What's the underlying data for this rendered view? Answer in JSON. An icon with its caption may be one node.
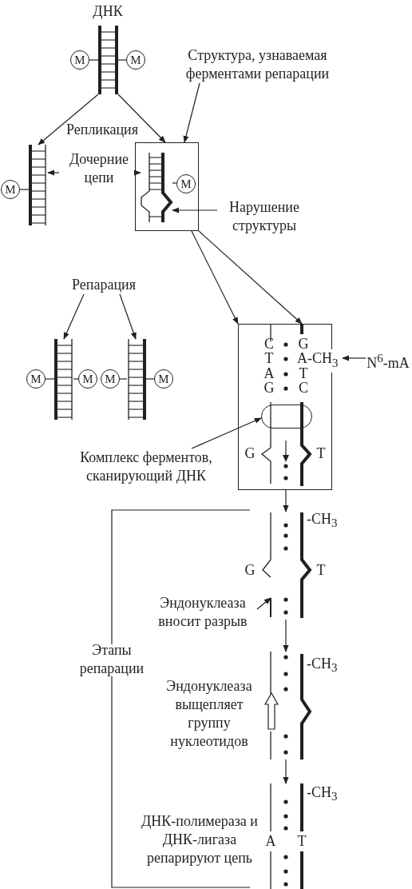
{
  "diagram": {
    "nodes": [
      {
        "text": [],
        "shape": "ladder"
      },
      {
        "text": [
          "M"
        ]
      },
      {
        "text": [
          "M"
        ]
      },
      {
        "text": [
          "Структура, узнаваемая ферментами репарации"
        ]
      },
      {
        "text": [],
        "shape": "ladder"
      },
      {
        "text": [
          "Дочерние цепи"
        ]
      },
      {
        "text": [],
        "shape": "box"
      },
      {
        "text": [],
        "shape": "ladder",
        "in": 6
      },
      {
        "text": [
          "M"
        ],
        "in": 6
      },
      {
        "text": [
          "M"
        ]
      },
      {
        "text": [
          "Нарушение структуры"
        ]
      },
      {
        "text": [
          "Репарация"
        ]
      },
      {
        "text": [],
        "shape": "ladder"
      },
      {
        "text": [],
        "shape": "ladder"
      },
      {
        "text": [
          "M"
        ]
      },
      {
        "text": [
          "M"
        ]
      },
      {
        "text": [
          "M"
        ]
      },
      {
        "text": [
          "M"
        ]
      },
      {
        "text": [],
        "shape": "box"
      },
      {
        "text": [
          "A-CH$_{3}$"
        ]
      },
      {
        "text": [
          "N$^{6}$-mA"
        ]
      },
      {
        "text": [],
        "shape": "oval",
        "in": 18
      },
      {
        "text": [
          "Комплекс ферментов, сканирующий ДНК"
        ]
      },
      {
        "text": [],
        "shape": "strand",
        "beside": [
          "G",
          "T"
        ]
      },
      {
        "text": [],
        "shape": "line",
        "in": 23
      },
      {
        "text": [
          "Эндонуклеаза вносит разрыв"
        ]
      },
      {
        "text": [],
        "shape": "strand"
      },
      {
        "text": [],
        "shape": "strand"
      }
    ],
    "edges": [
      {
        "from": 0,
        "to": 4,
        "arrow": "to"
      },
      {
        "from": 0,
        "to": 6,
        "arrow": "to"
      },
      {
        "from": 3,
        "to": 6,
        "arrow": "to"
      },
      {
        "from": 5,
        "to": 4,
        "arrow": "to"
      },
      {
        "from": 5,
        "to": 7,
        "arrow": "to"
      },
      {
        "from": 10,
        "to": 7,
        "arrow": "to"
      },
      {
        "from": 1,
        "to": 0,
        "arrow": "none"
      },
      {
        "from": 2,
        "to": 0,
        "arrow": "none"
      },
      {
        "from": 8,
        "to": 7,
        "arrow": "none"
      },
      {
        "from": 9,
        "to": 4,
        "arrow": "none"
      },
      {
        "from": 14,
        "to": 12,
        "arrow": "none"
      },
      {
        "from": 15,
        "to": 12,
        "arrow": "none"
      },
      {
        "from": 16,
        "to": 13,
        "arrow": "none"
      },
      {
        "from": 17,
        "to": 13,
        "arrow": "none"
      },
      {
        "from": 11,
        "to": 12,
        "arrow": "to"
      },
      {
        "from": 11,
        "to": 13,
        "arrow": "to"
      },
      {
        "from": 6,
        "to": 18,
        "arrow": "to"
      },
      {
        "from": 6,
        "to": 18,
        "arrow": "to"
      },
      {
        "from": 20,
        "to": 19,
        "arrow": "to"
      },
      {
        "from": 22,
        "to": 21,
        "arrow": "to"
      },
      {
        "from": 18,
        "to": 23,
        "arrow": "to"
      },
      {
        "from": 23,
        "to": 26,
        "arrow": "to"
      },
      {
        "from": 26,
        "to": 27,
        "arrow": "to"
      },
      {
        "from": 25,
        "to": 24,
        "arrow": "to"
      }
    ],
    "labels": [
      "ДНК",
      "Репликация",
      "C",
      "G",
      "T",
      "A",
      "T",
      "G",
      "C",
      "G",
      "T",
      "-CH$_{3}$",
      "Этапы репарации",
      "-CH$_{3}$",
      "Эндонуклеаза выщепляет группу нуклеотидов",
      "-CH$_{3}$",
      "ДНК-полимераза и ДНК-лигаза репарируют цепь",
      "A",
      "T"
    ]
  }
}
